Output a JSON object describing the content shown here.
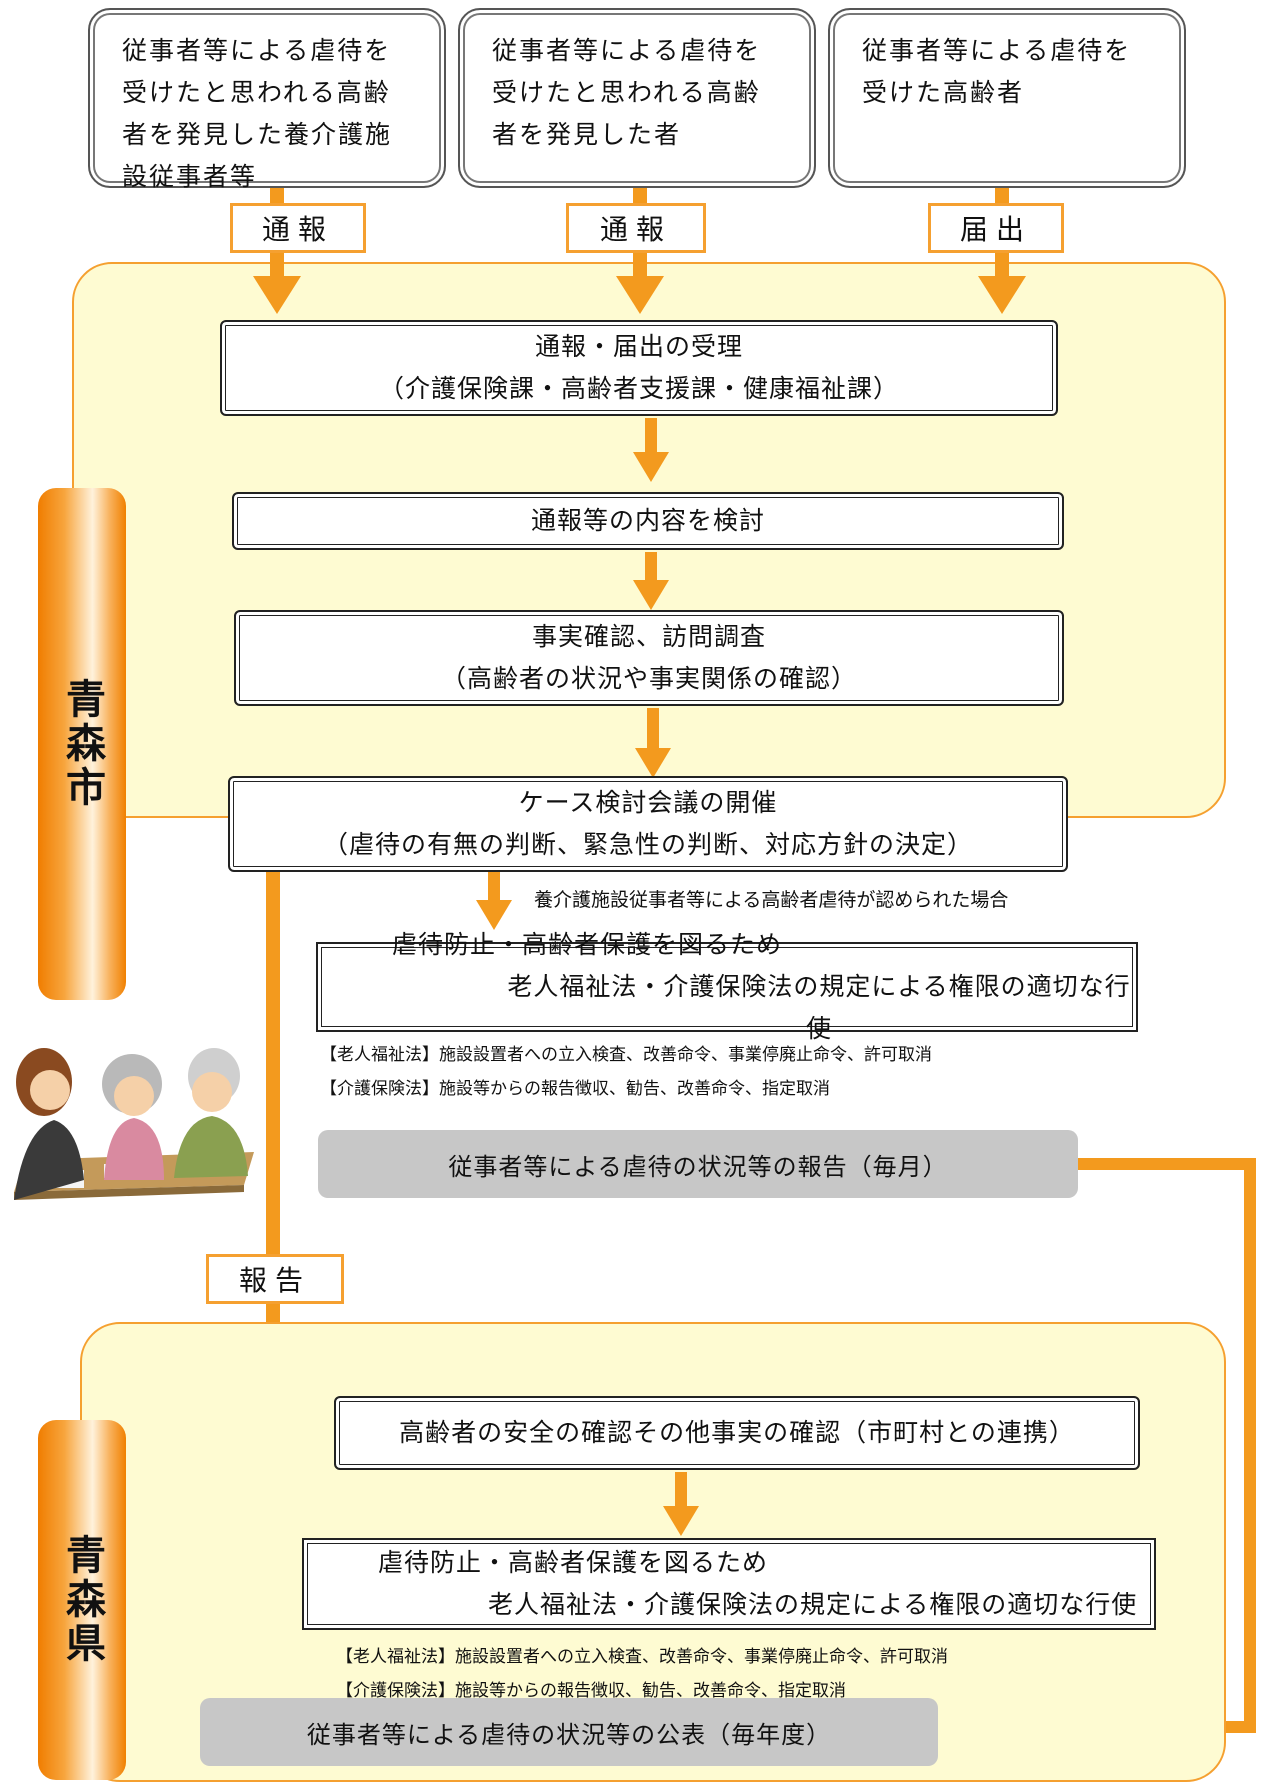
{
  "sources": [
    {
      "line1": "従事者等による虐待を",
      "line2": "受けたと思われる高齢",
      "line3": "者を発見した養介護施",
      "line4": "設従事者等"
    },
    {
      "line1": "従事者等による虐待を",
      "line2": "受けたと思われる高齢",
      "line3": "者を発見した者",
      "line4": ""
    },
    {
      "line1": "従事者等による虐待を",
      "line2": "受けた高齢者",
      "line3": "",
      "line4": ""
    }
  ],
  "labels": {
    "report1": "通報",
    "report2": "通報",
    "notify": "届出",
    "report_up": "報告"
  },
  "city": {
    "name": "青森市",
    "step1": {
      "line1": "通報・届出の受理",
      "line2": "（介護保険課・高齢者支援課・健康福祉課）"
    },
    "step2": "通報等の内容を検討",
    "step3": {
      "line1": "事実確認、訪問調査",
      "line2": "（高齢者の状況や事実関係の確認）"
    },
    "step4": {
      "line1": "ケース検討会議の開催",
      "line2": "（虐待の有無の判断、緊急性の判断、対応方針の決定）"
    },
    "condition_note": "養介護施設従事者等による高齢者虐待が認められた場合",
    "step5": {
      "line1": "虐待防止・高齢者保護を図るため",
      "line2": "老人福祉法・介護保険法の規定による権限の適切な行使"
    },
    "law1": "【老人福祉法】施設設置者への立入検査、改善命令、事業停廃止命令、許可取消",
    "law2": "【介護保険法】施設等からの報告徴収、勧告、改善命令、指定取消",
    "monthly": "従事者等による虐待の状況等の報告（毎月）"
  },
  "prefecture": {
    "name": "青森県",
    "step1": "高齢者の安全の確認その他事実の確認（市町村との連携）",
    "step2": {
      "line1": "虐待防止・高齢者保護を図るため",
      "line2": "老人福祉法・介護保険法の規定による権限の適切な行使"
    },
    "law1": "【老人福祉法】施設設置者への立入検査、改善命令、事業停廃止命令、許可取消",
    "law2": "【介護保険法】施設等からの報告徴収、勧告、改善命令、指定取消",
    "annual": "従事者等による虐待の状況等の公表（毎年度）"
  },
  "colors": {
    "arrow": "#f39a1e",
    "panel": "#fefbd2",
    "tab": "#f08000",
    "grey": "#c7c7c7"
  }
}
